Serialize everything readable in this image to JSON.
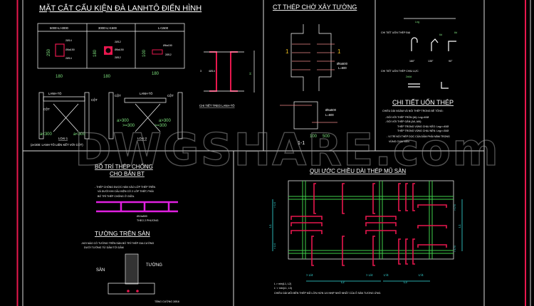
{
  "watermark": "DWGSHARE.com",
  "panel_lintel": {
    "title": "MẶT CẮT CẤU KIỆN ĐÀ LANHTÔ ĐIỂN HÌNH",
    "table_headers": [
      "5000>L>3000",
      "3000>L>1500",
      "L<1500"
    ],
    "sections": [
      {
        "height": "250",
        "width": "180",
        "labels": [
          "2Ø14",
          "Ø6a150",
          "2Ø14"
        ],
        "marks": [
          "1",
          "2",
          "1"
        ]
      },
      {
        "height": "180",
        "width": "180",
        "labels": [
          "2Ø12",
          "Ø6a150",
          "2Ø12"
        ],
        "marks": [
          "1",
          "2",
          "1"
        ]
      },
      {
        "height": "100",
        "width": "180",
        "labels": [
          "Ø6a150",
          "2Ø12"
        ],
        "marks": [
          "2",
          "1"
        ]
      }
    ],
    "hanger": {
      "label": "CHI TIẾT TREO LANH-TÔ",
      "bar": "4Ø14",
      "mark": "3",
      "dim": "H"
    },
    "type1": {
      "lintel": "LANH-TÔ",
      "column_a": "CỘT",
      "column_b": "CỘT",
      "dim_a": "a<300",
      "dim_b": "a<300",
      "name": "LOẠI 1"
    },
    "type2": {
      "lintel": "LANH-TÔ",
      "column_a": "CỘT",
      "column_b": "CỘT",
      "dim_a": "a>300",
      "dim_b": "a>300",
      "dim_c": ">=300",
      "dim_d": ">=300",
      "name": "LOẠI 2"
    },
    "note": "(a<300: LANH-TÔ LIÊN KẾT VỚI CỘT)"
  },
  "panel_wall_rebar": {
    "title": "CT THÉP CHỜ XÂY TƯỜNG",
    "section_mark_left": "1",
    "section_mark_right": "1",
    "bar_label": "Ø6a500",
    "length_label": "L=600",
    "section_bar_label": "Ø6a500",
    "section_length_label": "L=600",
    "section_name": "1-1",
    "dim_1": "100",
    "dim_2": "500"
  },
  "panel_bending": {
    "lap_label": "Lng",
    "stirrup_title": "CHI TIẾT UỐN THÉP ĐAI",
    "dim_6d": "6d",
    "dim_8d": "8d",
    "angles": [
      "180°",
      "135°",
      "90°"
    ],
    "main_title": "CHI TIẾT UỐN THÉP CHỊU LỰC",
    "dim_2d4d": "2d4d",
    "title": "CHI TIẾT UỐN THÉP",
    "notes": [
      "CHIỀU DÀI NGÀM VÀ NỐI THÉP TRONG BÊ TÔNG:",
      "- ĐỐI VỚI THÉP TRÒN (AI): Lng=40Ø",
      "- ĐỐI VỚI THÉP GÂN (AII, AIII):",
      "THÉP TRONG VÙNG CHỊU KÉO: Lng>=40Ø",
      "THÉP TRONG VÙNG CHỊU NÉN: Lng>=30Ø",
      "- VỊ TRÍ NỐI THÉP DỌC CỦA DẦM PHẢI NẰM TRONG",
      "VÙNG CHỊU NÉN"
    ]
  },
  "panel_chair": {
    "title_line1": "BỐ TRÍ THÉP CHỐNG",
    "title_line2": "CHO BẢN BT",
    "notes": [
      "- THÉP CHỐNG ĐƯỢC HÀN VÀO LỚP THÉP TRÊN",
      "VÀ DƯỚI KHI CẤU KIỆN CÓ 2 LỚP THÉP, PHẢI",
      "BỐ TRÍ THÉP CHỐNG Ở GIỮA."
    ],
    "bar_label": "Ø10a500",
    "bar_note": "THEO 2 PHƯƠNG"
  },
  "panel_wall_on_slab": {
    "title": "TƯỜNG TRÊN SÀN",
    "notes": [
      "-NƠI NÀO CÓ TƯỜNG TRÊN SÀN BỐ TRÍ THÉP GIA CƯỜNG",
      "DƯỚI TƯỜNG TỪ DẦM TỚI DẦM"
    ],
    "slab_label": "SÀN",
    "wall_label": "TƯỜNG",
    "reinforce_label": "TĂNG CƯỜNG 2Ø16"
  },
  "panel_top_bar": {
    "title": "QUI ƯỚC CHIỀU DÀI THÉP MŨ SÀN",
    "dims_left": [
      "> L/4",
      "L1",
      "> L/4"
    ],
    "dims_right": [
      "> L'/4",
      "L1",
      "> L'/4"
    ],
    "dims_bottom": [
      "> L/4",
      "L2",
      "> L/4",
      "L'/4",
      "L3",
      "L'/4"
    ],
    "notes": [
      "L > min(L1, L2)",
      "L' > min(L1, L3)",
      "CHIỀU DÀI MỖI BÊN THÉP MŨ LỚN HƠN 1/4 NHỊP NHỎ NHẤT CỦA Ô SÀN TƯƠNG ỨNG."
    ]
  },
  "colors": {
    "background": "#000000",
    "frame_red": "#e8174e",
    "rebar_red": "#e8174e",
    "beam_green": "#3fd04a",
    "dimension_cyan": "#36e0e0",
    "chair_magenta": "#e020e0"
  }
}
